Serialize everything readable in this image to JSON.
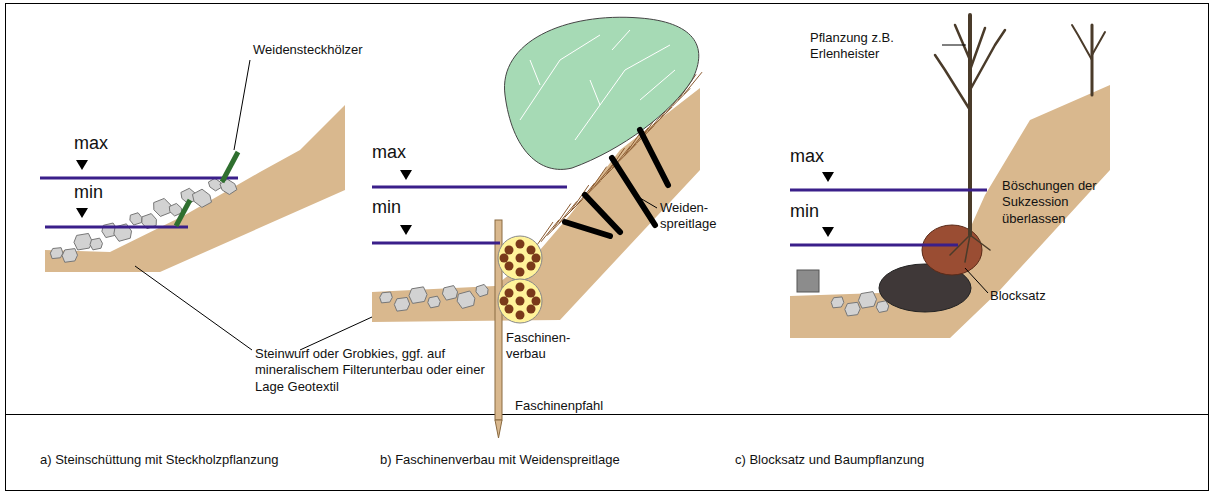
{
  "diagram": {
    "labels": [
      "Weidensteckhölzer",
      "max",
      "min",
      "Steinwurf oder Grobkies, ggf. auf mineralischem Filterunterbau oder einer Lage Geotextil",
      "max",
      "min",
      "Weiden- spreitlage",
      "Faschinen- verbau",
      "Faschinenpfahl",
      "Pflanzung z.B. Erlenheister",
      "max",
      "min",
      "Böschungen der Sukzession überlassen",
      "Blocksatz",
      "a) Steinschüttung mit Steckholzpflanzung",
      "b) Faschinenverbau mit Weidenspreitlage",
      "c) Blocksatz und Baumpflanzung"
    ]
  }
}
